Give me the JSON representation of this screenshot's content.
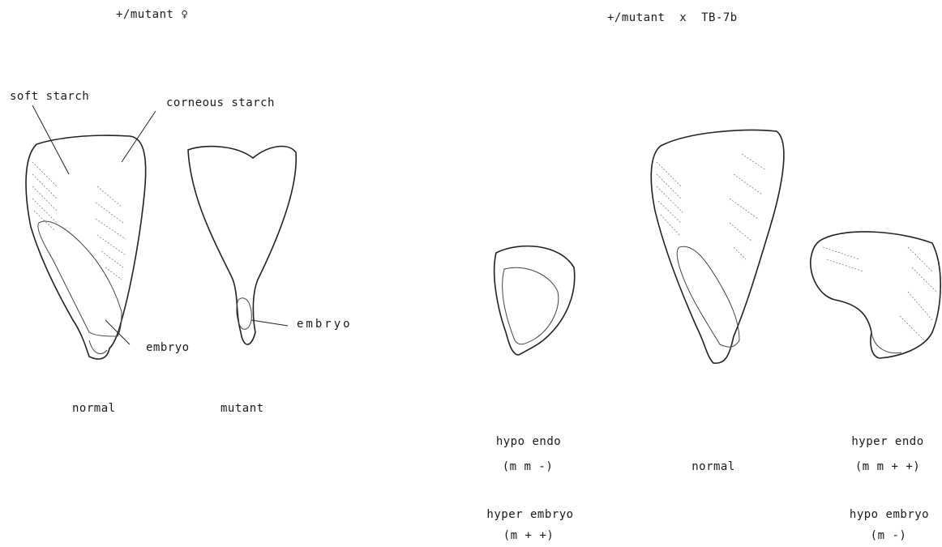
{
  "left_panel": {
    "title": "+/mutant ♀",
    "label_soft_starch": "soft starch",
    "label_corneous_starch": "corneous starch",
    "label_embryo_normal": "embryo",
    "label_embryo_mutant": "embryo",
    "caption_normal": "normal",
    "caption_mutant": "mutant"
  },
  "right_panel": {
    "title": "+/mutant  x  TB-7b",
    "kernel_left": {
      "line1": "hypo endo",
      "line2": "(m m -)",
      "line3": "hyper embryo",
      "line4": "(m + +)"
    },
    "kernel_center": {
      "caption": "normal"
    },
    "kernel_right": {
      "line1": "hyper endo",
      "line2": "(m m + +)",
      "line3": "hypo embryo",
      "line4": "(m -)"
    }
  }
}
